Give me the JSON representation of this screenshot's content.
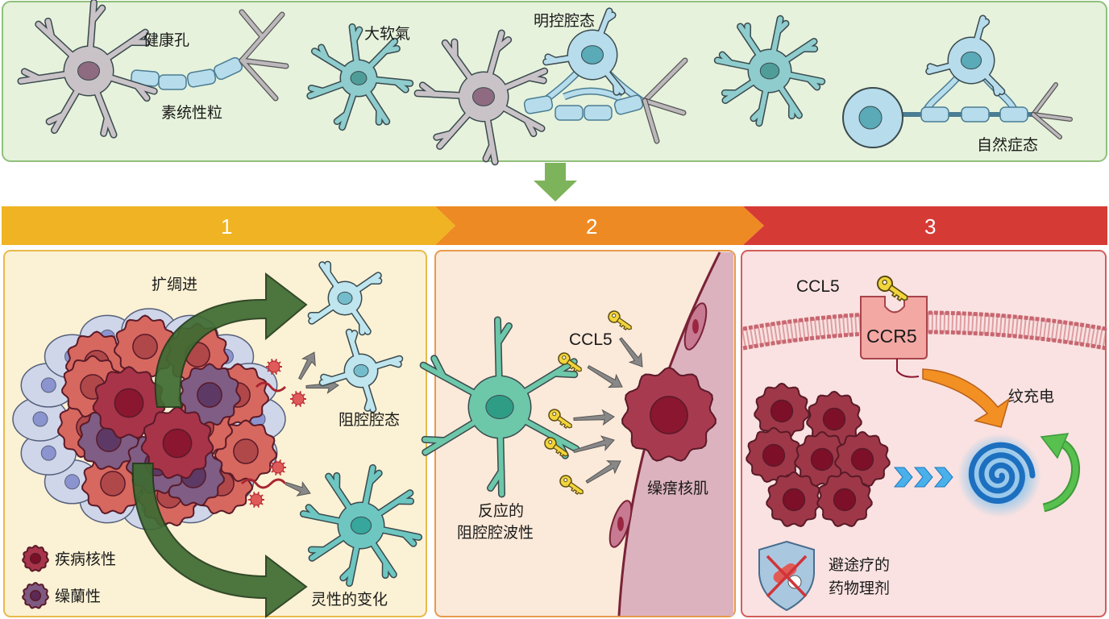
{
  "top_panel": {
    "labels": {
      "healthy": "健康孔",
      "myelin": "素统性粒",
      "astro": "大软氣",
      "oligo": "明控腔态",
      "natural": "自然症态"
    }
  },
  "stages": [
    {
      "number": "1",
      "color": "#f0b323"
    },
    {
      "number": "2",
      "color": "#ee8a23"
    },
    {
      "number": "3",
      "color": "#d63a35"
    }
  ],
  "panel1": {
    "spread_label": "扩绸进",
    "resting_label": "阻腔腔态",
    "change_label": "灵性的变化",
    "legend": [
      {
        "label": "疾病核性",
        "color": "#a8344a"
      },
      {
        "label": "缲蘭性",
        "color": "#7d5a82"
      }
    ]
  },
  "panel2": {
    "ligand_label": "CCL5",
    "source_label_line1": "反应的",
    "source_label_line2": "阻腔腔波性",
    "target_label": "缲瘔核肌"
  },
  "panel3": {
    "ligand_label": "CCL5",
    "receptor_label": "CCR5",
    "signal_label": "纹充电",
    "resistance_line1": "避途疗的",
    "resistance_line2": "药物理剂"
  }
}
